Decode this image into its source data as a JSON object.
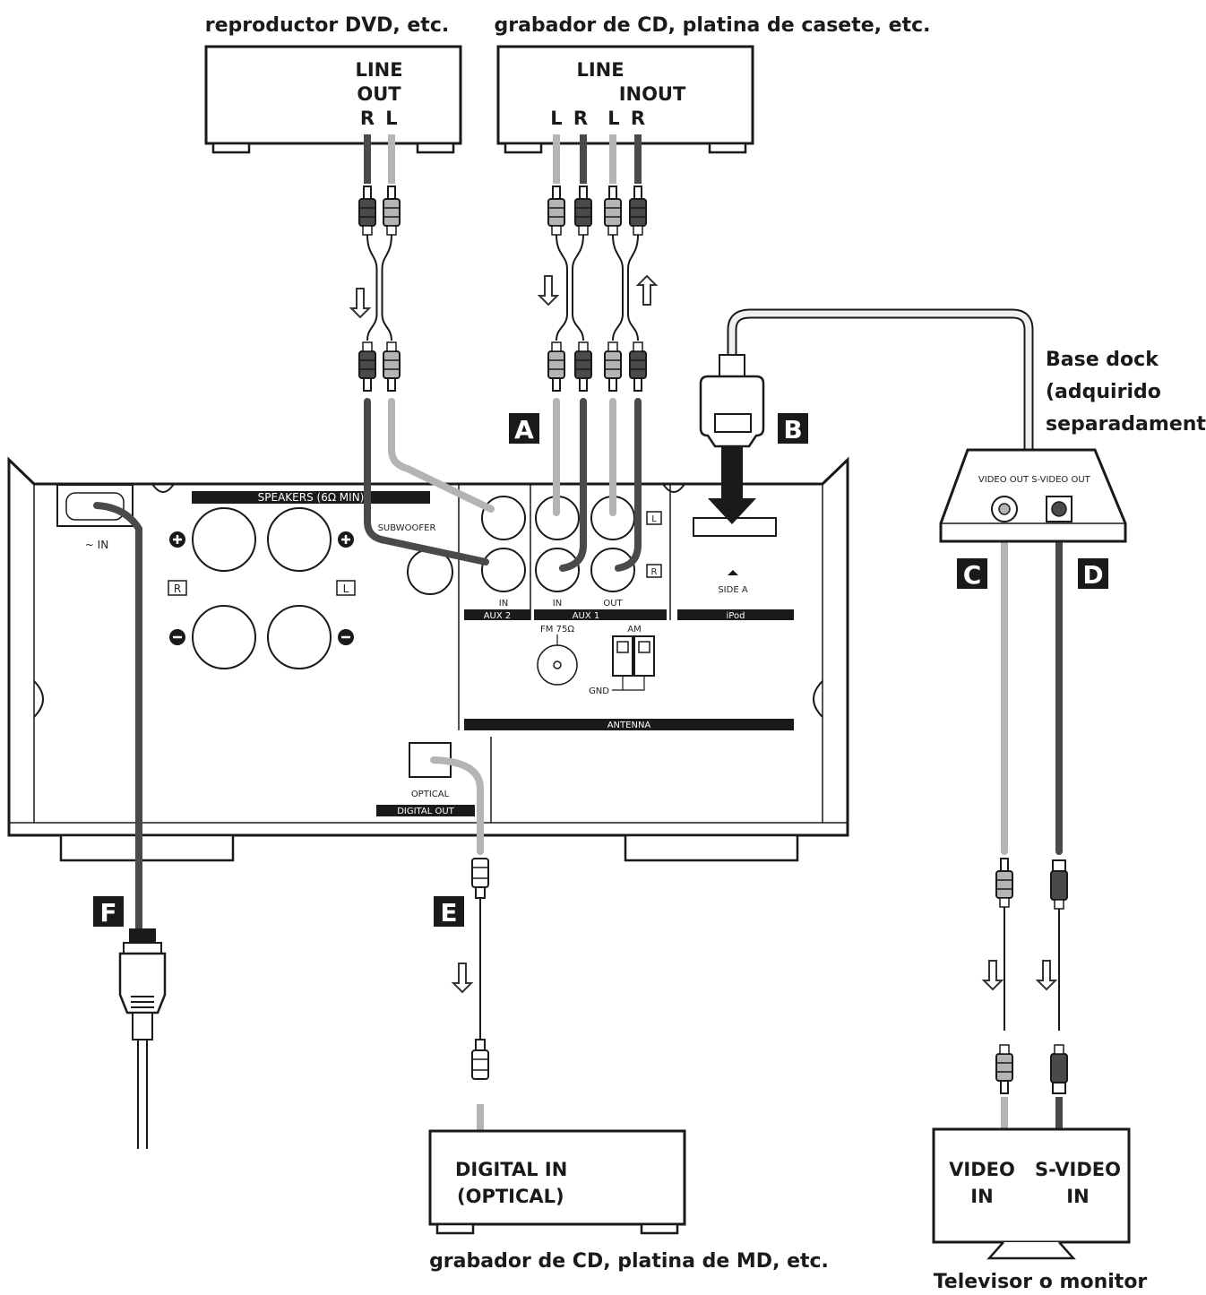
{
  "captions": {
    "dvd": "reproductor DVD, etc.",
    "cd_cassette": "grabador de CD, platina de casete, etc.",
    "cd_md": "grabador de CD, platina de MD, etc.",
    "tv": "Televisor o monitor",
    "dock_1": "Base dock",
    "dock_2": "(adquirido",
    "dock_3": "separadamente)"
  },
  "dvd_device": {
    "l1": "LINE",
    "l2": "OUT",
    "r": "R",
    "l": "L"
  },
  "cd_device": {
    "line": "LINE",
    "inout": "INOUT",
    "l1": "L",
    "r1": "R",
    "l2": "L",
    "r2": "R"
  },
  "optical_device": {
    "l1": "DIGITAL IN",
    "l2": "(OPTICAL)"
  },
  "tv_device": {
    "v1": "VIDEO",
    "v2": "IN",
    "s1": "S-VIDEO",
    "s2": "IN"
  },
  "dock": {
    "video_out": "VIDEO OUT",
    "svideo_out": "S-VIDEO OUT"
  },
  "badges": {
    "a": "A",
    "b": "B",
    "c": "C",
    "d": "D",
    "e": "E",
    "f": "F"
  },
  "panel": {
    "speakers": "SPEAKERS (6Ω MIN)",
    "ac_in": "~ IN",
    "subwoofer": "SUBWOOFER",
    "r": "R",
    "l": "L",
    "aux2": "AUX 2",
    "aux1": "AUX 1",
    "in": "IN",
    "in2": "IN",
    "out": "OUT",
    "jack_l": "L",
    "jack_r": "R",
    "fm": "FM 75Ω",
    "am": "AM",
    "gnd": "GND",
    "antenna": "ANTENNA",
    "ipod": "iPod",
    "side": "SIDE A",
    "optical": "OPTICAL",
    "digital_out": "DIGITAL OUT"
  },
  "colors": {
    "dark_cable": "#4a4a4a",
    "light_cable": "#b4b4b4",
    "outline": "#1a1a1a",
    "badge": "#1a1a1a"
  }
}
